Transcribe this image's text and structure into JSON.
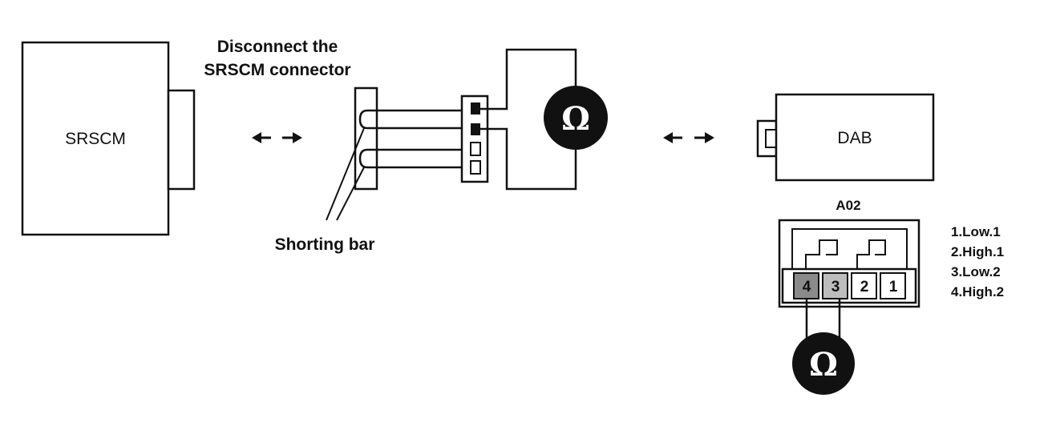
{
  "labels": {
    "srscm": "SRSCM",
    "disconnect_line1": "Disconnect the",
    "disconnect_line2": "SRSCM connector",
    "shorting_bar": "Shorting bar",
    "dab": "DAB",
    "connector_id": "A02",
    "ohm_symbol": "Ω"
  },
  "pin_legend": [
    "1.Low.1",
    "2.High.1",
    "3.Low.2",
    "4.High.2"
  ],
  "pins": [
    "1",
    "2",
    "3",
    "4"
  ],
  "arrows": [
    "↔",
    "↔"
  ],
  "colors": {
    "line": "#111111",
    "meter_fill": "#111111",
    "meter_symbol": "#ffffff",
    "pin_shaded": "#bdbdbd",
    "pin_shaded_dark": "#8a8a8a"
  }
}
